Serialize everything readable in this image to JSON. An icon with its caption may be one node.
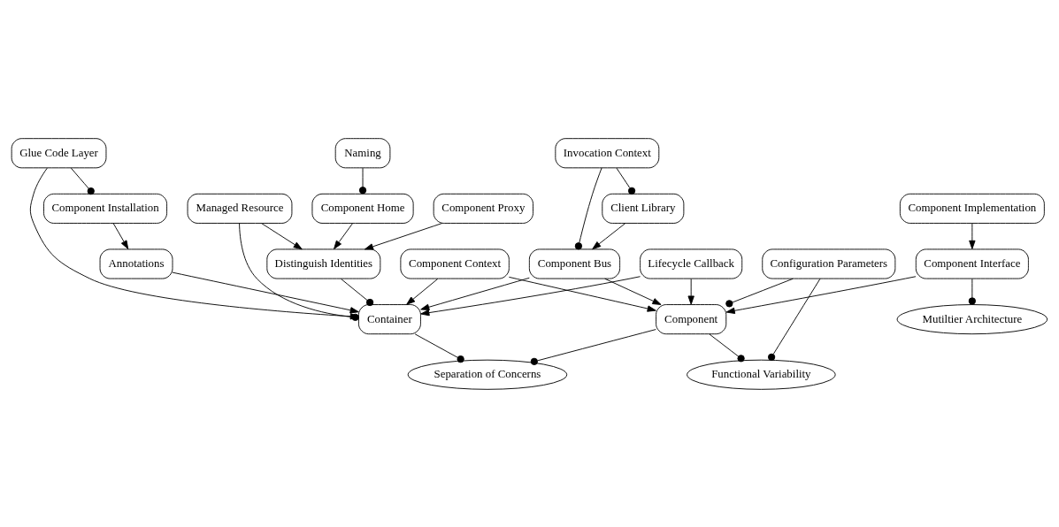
{
  "diagram": {
    "nodes": [
      {
        "text": [
          "Component Proxy"
        ]
      },
      {
        "text": [
          "Distinguish Identities"
        ]
      },
      {
        "text": [
          "Component Home"
        ]
      },
      {
        "text": [
          "Naming"
        ]
      },
      {
        "text": [
          "Managed Resource"
        ]
      },
      {
        "text": [
          "Invocation Context"
        ]
      },
      {
        "text": [
          "Component Bus"
        ]
      },
      {
        "text": [
          "Client Library"
        ]
      },
      {
        "text": [
          "Glue Code Layer"
        ]
      },
      {
        "text": [
          "Configuration Parameters"
        ]
      },
      {
        "text": [
          "Component Implementation"
        ]
      },
      {
        "text": [
          "Component Installation"
        ]
      },
      {
        "text": [
          "Container"
        ]
      },
      {
        "text": [
          "Lifecycle Callback"
        ]
      },
      {
        "text": [
          "Component Context"
        ]
      },
      {
        "text": [
          "Component"
        ]
      },
      {
        "text": [
          "Component Interface"
        ]
      },
      {
        "text": [
          "Annotations"
        ]
      },
      {
        "text": [
          "Separation of Concerns"
        ]
      },
      {
        "text": [
          "Functional Variability"
        ]
      },
      {
        "text": [
          "Mutiltier Architecture"
        ]
      }
    ],
    "edges": [
      {
        "from": 0,
        "to": 1,
        "arrow": "to"
      },
      {
        "from": 2,
        "to": 1,
        "arrow": "to"
      },
      {
        "from": 3,
        "to": 2,
        "arrow": "other"
      },
      {
        "from": 4,
        "to": 1,
        "arrow": "to"
      },
      {
        "from": 1,
        "to": 12,
        "arrow": "other"
      },
      {
        "from": 4,
        "to": 12,
        "arrow": "other"
      },
      {
        "from": 5,
        "to": 6,
        "arrow": "other"
      },
      {
        "from": 5,
        "to": 7,
        "arrow": "other"
      },
      {
        "from": 7,
        "to": 6,
        "arrow": "to"
      },
      {
        "from": 8,
        "to": 11,
        "arrow": "other"
      },
      {
        "from": 11,
        "to": 17,
        "arrow": "to"
      },
      {
        "from": 8,
        "to": 12,
        "arrow": "to"
      },
      {
        "from": 17,
        "to": 12,
        "arrow": "to"
      },
      {
        "from": 6,
        "to": 12,
        "arrow": "to"
      },
      {
        "from": 6,
        "to": 15,
        "arrow": "to"
      },
      {
        "from": 13,
        "to": 12,
        "arrow": "to"
      },
      {
        "from": 14,
        "to": 12,
        "arrow": "to"
      },
      {
        "from": 13,
        "to": 15,
        "arrow": "to"
      },
      {
        "from": 14,
        "to": 15,
        "arrow": "to"
      },
      {
        "from": 9,
        "to": 15,
        "arrow": "other"
      },
      {
        "from": 9,
        "to": 19,
        "arrow": "other"
      },
      {
        "from": 10,
        "to": 16,
        "arrow": "to"
      },
      {
        "from": 16,
        "to": 15,
        "arrow": "to"
      },
      {
        "from": 12,
        "to": 18,
        "arrow": "other"
      },
      {
        "from": 15,
        "to": 18,
        "arrow": "other"
      },
      {
        "from": 15,
        "to": 19,
        "arrow": "other"
      },
      {
        "from": 16,
        "to": 20,
        "arrow": "other"
      }
    ]
  }
}
